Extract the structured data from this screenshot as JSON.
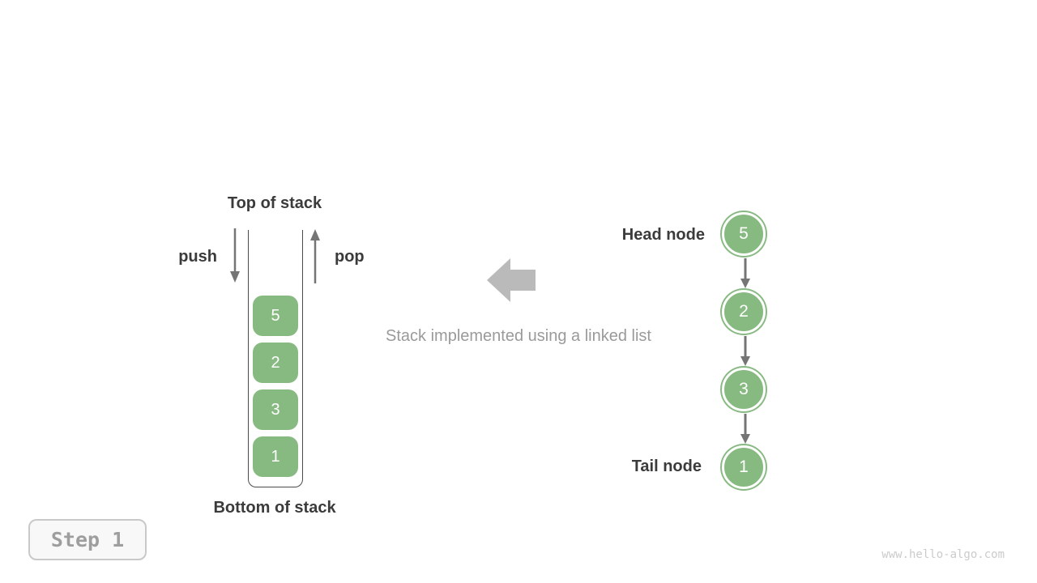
{
  "figure": {
    "caption": "Stack implemented using a linked list",
    "step_badge": "Step 1",
    "watermark": "www.hello-algo.com"
  },
  "stack": {
    "top_label": "Top of stack",
    "bottom_label": "Bottom of stack",
    "push_label": "push",
    "pop_label": "pop",
    "items": [
      "5",
      "2",
      "3",
      "1"
    ]
  },
  "linked_list": {
    "head_label": "Head node",
    "tail_label": "Tail node",
    "nodes": [
      "5",
      "2",
      "3",
      "1"
    ]
  },
  "icons": {
    "push_arrow": "down-arrow",
    "pop_arrow": "up-arrow",
    "block_arrow": "left-block-arrow",
    "link_arrow": "down-arrow"
  },
  "colors": {
    "node_green": "#87ba81",
    "text_dark": "#3b3b3b",
    "arrow_gray": "#757575",
    "block_arrow_gray": "#bababa",
    "caption_gray": "#9a9a9a",
    "container_border": "#4a4a4a",
    "step_text_gray": "#9e9e9e",
    "step_border": "#c9c9c9",
    "watermark_gray": "#cbcbcb"
  }
}
